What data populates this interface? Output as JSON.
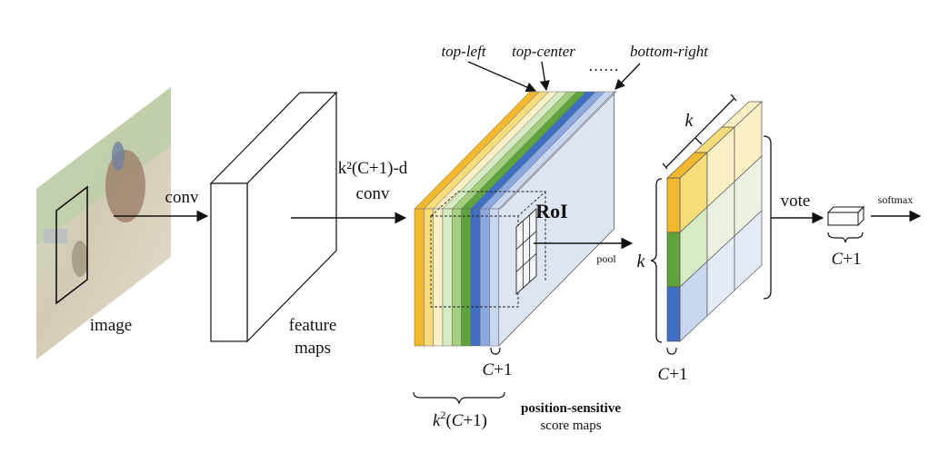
{
  "labels": {
    "image": "image",
    "conv1": "conv",
    "feature_line1": "feature",
    "feature_line2": "maps",
    "k2c_d": "k²(C+1)-d",
    "conv2": "conv",
    "top_left": "top-left",
    "top_center": "top-center",
    "dots": "……",
    "bottom_right": "bottom-right",
    "roi": "RoI",
    "pool": "pool",
    "c1_stack": "C+1",
    "k2c_bottom": "k²(C+1)",
    "ps_line1": "position-sensitive",
    "ps_line2": "score maps",
    "k_top": "k",
    "k_side": "k",
    "c1_block": "C+1",
    "vote": "vote",
    "softmax": "softmax",
    "c1_final": "C+1"
  },
  "colors": {
    "yellow": "#f2b930",
    "yellow_mid": "#f8dc7a",
    "yellow_light": "#fbefc4",
    "green_light": "#d6ebc2",
    "green_mid": "#a3cf7f",
    "green": "#5ea33c",
    "blue": "#3f6ec2",
    "blue_mid": "#8ba9df",
    "blue_light": "#c9d6f0",
    "gray_light": "#dde4f2"
  }
}
